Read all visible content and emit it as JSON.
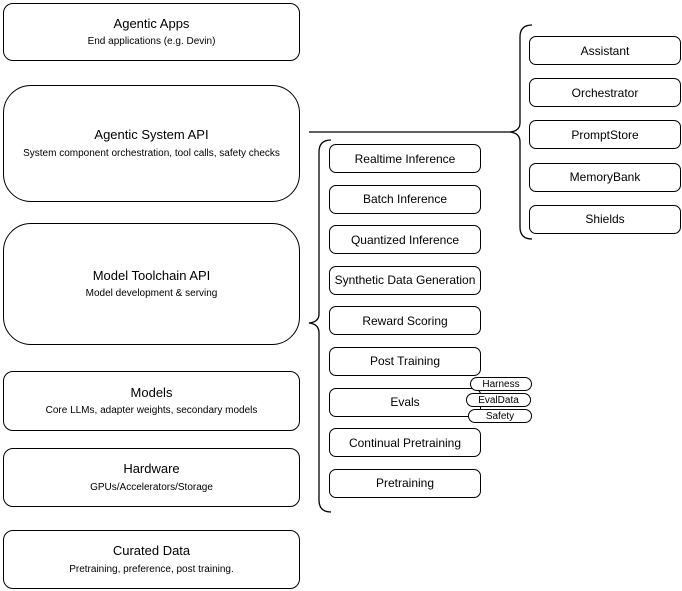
{
  "diagram": {
    "left_stack": [
      {
        "title": "Agentic Apps",
        "subtitle": "End applications (e.g. Devin)"
      },
      {
        "title": "Agentic System API",
        "subtitle": "System component orchestration, tool calls, safety checks"
      },
      {
        "title": "Model Toolchain API",
        "subtitle": "Model development & serving"
      },
      {
        "title": "Models",
        "subtitle": "Core LLMs, adapter weights, secondary models"
      },
      {
        "title": "Hardware",
        "subtitle": "GPUs/Accelerators/Storage"
      },
      {
        "title": "Curated Data",
        "subtitle": "Pretraining, preference, post training."
      }
    ],
    "toolchain": {
      "items": [
        "Realtime Inference",
        "Batch Inference",
        "Quantized Inference",
        "Synthetic Data Generation",
        "Reward Scoring",
        "Post Training",
        "Evals",
        "Continual Pretraining",
        "Pretraining"
      ],
      "eval_tags": [
        "Harness",
        "EvalData",
        "Safety"
      ]
    },
    "system": {
      "items": [
        "Assistant",
        "Orchestrator",
        "PromptStore",
        "MemoryBank",
        "Shields"
      ]
    },
    "colors": {
      "stroke": "#000000",
      "fill": "#ffffff",
      "background": "#ffffff"
    }
  }
}
